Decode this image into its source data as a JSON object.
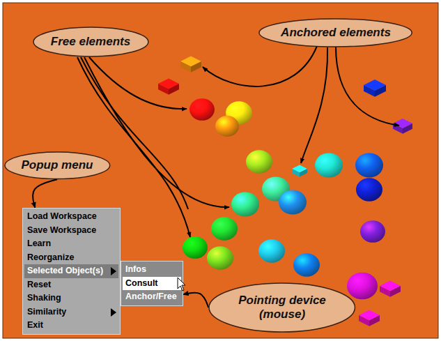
{
  "diagram": {
    "nodes": [
      {
        "text": [
          "Free elements"
        ]
      },
      {
        "text": [
          "Anchored elements"
        ]
      },
      {
        "text": [
          "Popup menu"
        ]
      },
      {
        "text": [
          "Load Workspace",
          "Save Workspace",
          "Learn",
          "Reorganize",
          "Selected Object(s)",
          "Reset",
          "Shaking",
          "Similarity",
          "Exit"
        ]
      },
      {
        "text": [
          "Infos",
          "Consult",
          "Anchor/Free"
        ]
      },
      {
        "text": [
          "Pointing device (mouse)"
        ]
      }
    ],
    "edges": [
      {
        "from": 2,
        "to": 3,
        "arrow": "to"
      },
      {
        "from": 5,
        "to": 4,
        "arrow": "to"
      }
    ]
  }
}
